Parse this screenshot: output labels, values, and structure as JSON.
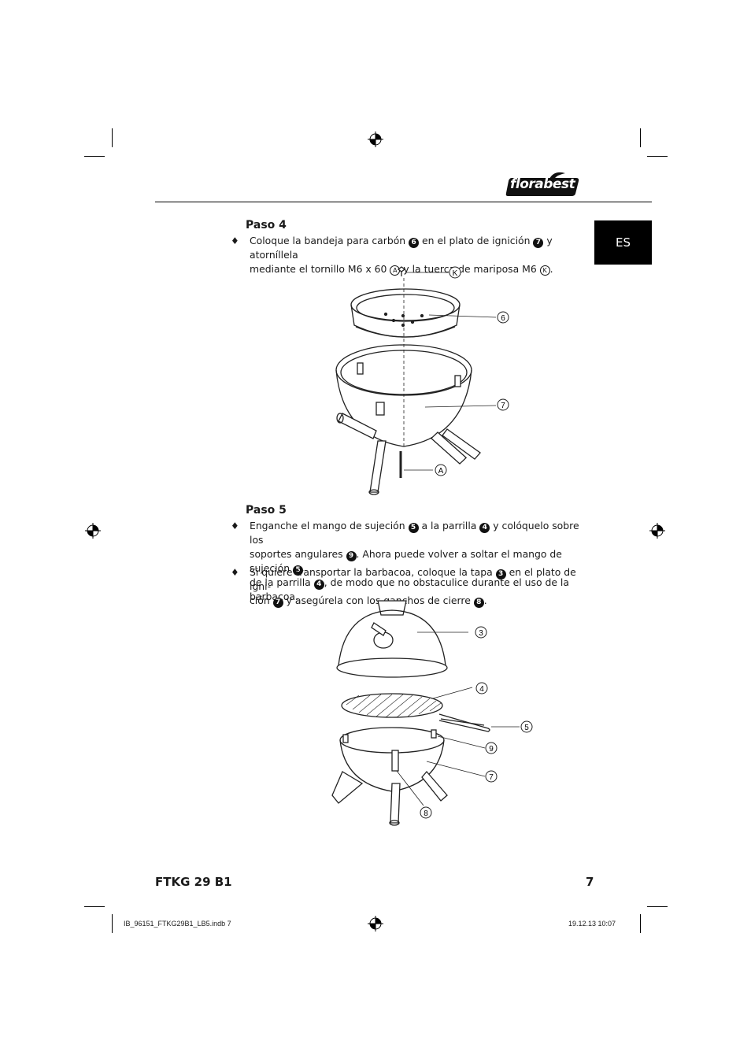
{
  "header": {
    "brand": "florabest",
    "language_tab": "ES"
  },
  "step4": {
    "heading": "Paso 4",
    "bullet": "♦",
    "line1_a": "Coloque la bandeja para carbón ",
    "ref_6": "6",
    "line1_b": " en el plato de ignición ",
    "ref_7": "7",
    "line1_c": " y atorníllela",
    "line2_a": "mediante el tornillo M6 x 60 ",
    "ref_A": "A",
    "line2_b": " y la tuerca de mariposa M6 ",
    "ref_K": "K",
    "line2_c": ".",
    "figure_labels": [
      "K",
      "6",
      "7",
      "A"
    ]
  },
  "step5": {
    "heading": "Paso 5",
    "bullet": "♦",
    "b1_l1_a": "Enganche el mango de sujeción ",
    "ref_5": "5",
    "b1_l1_b": " a la parrilla ",
    "ref_4": "4",
    "b1_l1_c": " y colóquelo sobre los",
    "b1_l2_a": "soportes angulares ",
    "ref_9": "9",
    "b1_l2_b": ". Ahora puede volver a soltar el mango de sujeción ",
    "ref_5b": "5",
    "b1_l3_a": "de la parrilla ",
    "ref_4b": "4",
    "b1_l3_b": ", de modo que no obstaculice durante el uso de la barbacoa.",
    "b2_l1_a": "Si quiere transportar la barbacoa, coloque la tapa ",
    "ref_3": "3",
    "b2_l1_b": " en el plato de igni-",
    "b2_l2_a": "ción ",
    "ref_7": "7",
    "b2_l2_b": " y asegúrela con los ganchos de cierre ",
    "ref_8": "8",
    "b2_l2_c": ".",
    "figure_labels": [
      "3",
      "4",
      "5",
      "9",
      "7",
      "8"
    ]
  },
  "footer": {
    "model": "FTKG 29 B1",
    "page_number": "7",
    "slug_file": "IB_96151_FTKG29B1_LB5.indb   7",
    "slug_date": "19.12.13   10:07"
  }
}
